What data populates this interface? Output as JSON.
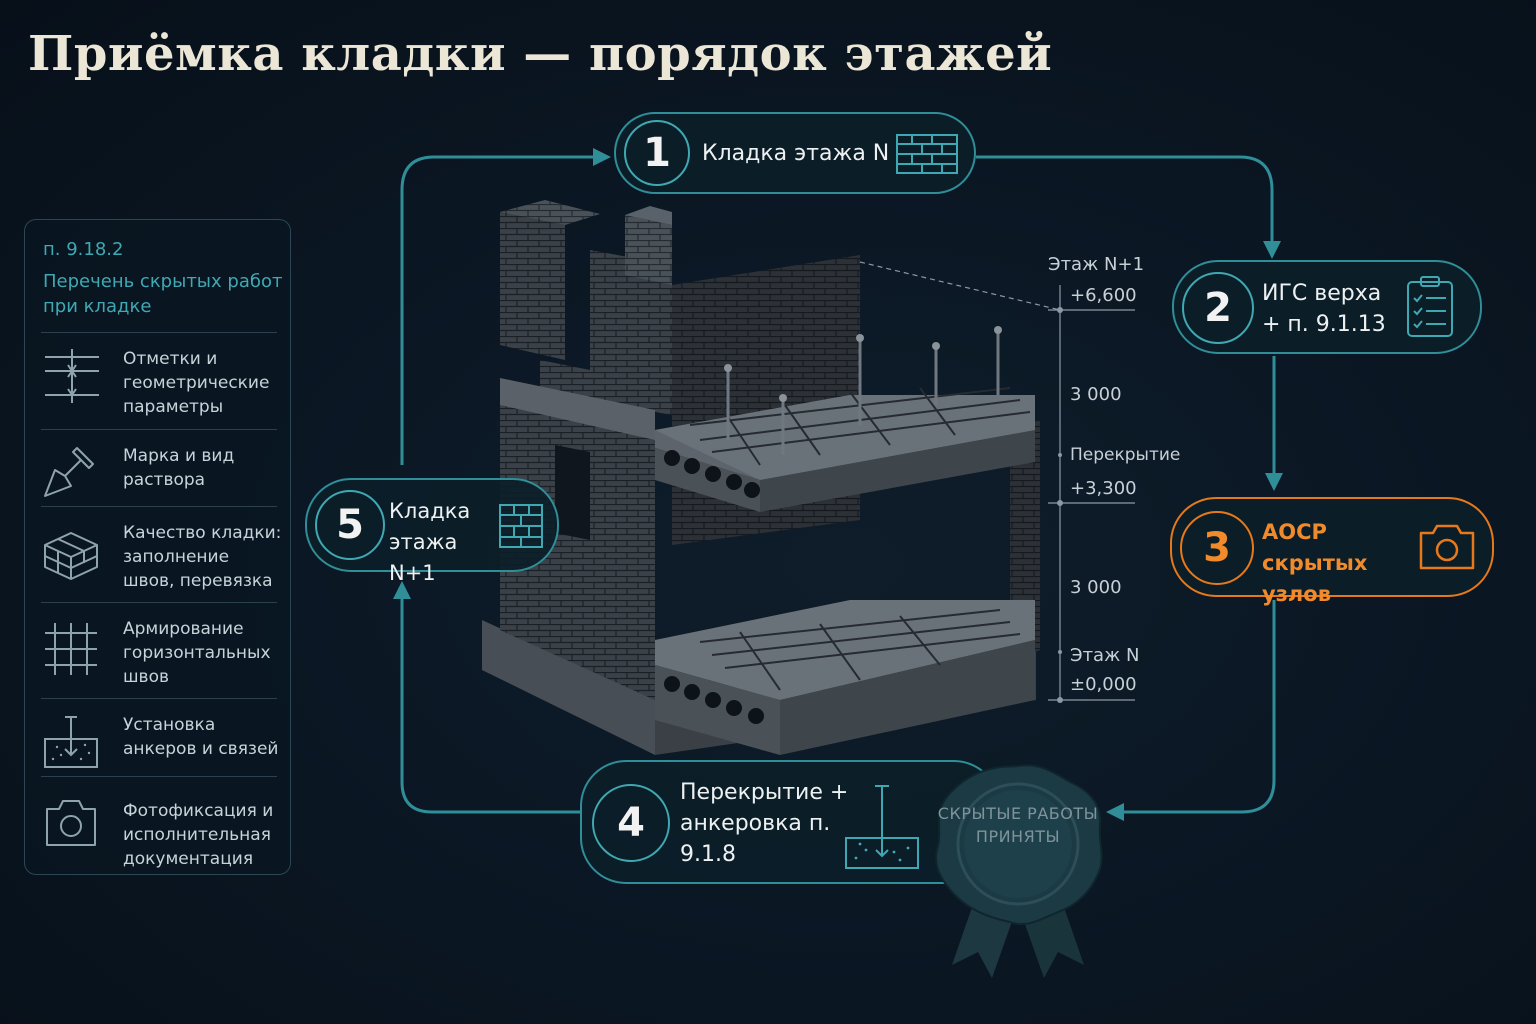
{
  "page": {
    "title": "Приёмка кладки — порядок этажей"
  },
  "sidebar": {
    "ref": "п. 9.18.2",
    "heading": "Перечень скрытых работ при кладке",
    "items": [
      {
        "text": "Отметки и геометрические параметры",
        "icon": "elevation-marks-icon"
      },
      {
        "text": "Марка и вид раствора",
        "icon": "trowel-icon"
      },
      {
        "text": "Качество кладки: заполнение швов, перевязка",
        "icon": "brick-block-icon"
      },
      {
        "text": "Армирование горизонтальных швов",
        "icon": "mesh-grid-icon"
      },
      {
        "text": "Установка анкеров и связей",
        "icon": "anchor-icon"
      },
      {
        "text": "Фотофиксация и исполнительная документация",
        "icon": "camera-icon"
      }
    ]
  },
  "steps": [
    {
      "num": "1",
      "label": "Кладка этажа N",
      "icon": "brick-wall-icon"
    },
    {
      "num": "2",
      "label": "ИГС верха + п. 9.1.13",
      "icon": "clipboard-checklist-icon"
    },
    {
      "num": "3",
      "label": "АОСР скрытых узлов",
      "icon": "camera-icon",
      "accent": "#e8791a"
    },
    {
      "num": "4",
      "label": "Перекрытие + анкеровка п. 9.1.8",
      "icon": "anchor-icon"
    },
    {
      "num": "5",
      "label": "Кладка этажа N+1",
      "icon": "brick-wall-icon"
    }
  ],
  "dimensions": {
    "upper_floor": "Этаж N+1",
    "upper_mark": "+6,600",
    "upper_height": "3 000",
    "slab": "Перекрытие",
    "slab_mark": "+3,300",
    "lower_height": "3 000",
    "lower_floor": "Этаж N",
    "lower_mark": "±0,000"
  },
  "seal": {
    "text": "СКРЫТЫЕ РАБОТЫ ПРИНЯТЫ"
  },
  "colors": {
    "teal": "#2f8e98",
    "orange": "#e8791a",
    "background": "#0a1622"
  }
}
